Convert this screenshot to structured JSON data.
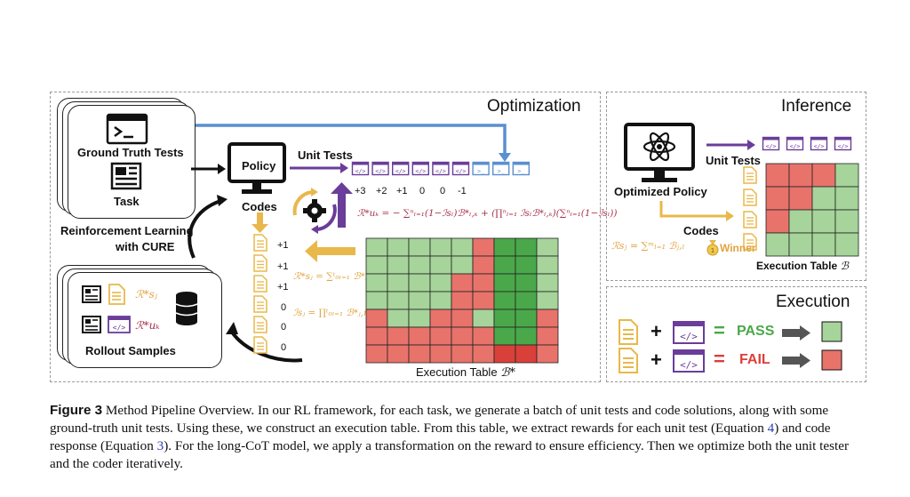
{
  "panels": {
    "optimization": "Optimization",
    "inference": "Inference",
    "execution": "Execution"
  },
  "optimization": {
    "ground_truth_tests": "Ground Truth Tests",
    "task": "Task",
    "policy": "Policy",
    "unit_tests": "Unit Tests",
    "codes": "Codes",
    "rl_line1": "Reinforcement Learning",
    "rl_line2": "with CURE",
    "rollout_samples": "Rollout Samples",
    "unit_rewards": [
      "+3",
      "+2",
      "+1",
      "0",
      "0",
      "-1"
    ],
    "code_rewards": [
      "+1",
      "+1",
      "+1",
      "0",
      "0",
      "0"
    ],
    "table_label": "Execution Table",
    "table_symbol": "ℬ*",
    "formula_unit": "ℛ*uₖ = − ∑ⁿₗ₌₁(1−ℐsₗ)ℬ*ₗ,ₖ + (∏ⁿₗ₌₁ ℐsₗℬ*ₗ,ₖ)(∑ⁿₗ₌₁(1−ℐsₗ))",
    "formula_code_r": "ℛ*sⱼ = ∑ᵗ₀ₗ₌₁ ℬ*ⱼ,m+l",
    "formula_code_i": "ℐsⱼ = ∏ᵗ₀ₗ₌₁ ℬ*ⱼ,m+l",
    "rollout_r_code": "ℛ*sⱼ",
    "rollout_r_unit": "ℛ*uₖ",
    "unit_test_icons": [
      "code",
      "code",
      "code",
      "code",
      "code",
      "code",
      "terminal",
      "terminal",
      "terminal"
    ],
    "table": [
      [
        1,
        1,
        1,
        1,
        1,
        0,
        1,
        1,
        1
      ],
      [
        1,
        1,
        1,
        1,
        1,
        0,
        1,
        1,
        1
      ],
      [
        1,
        1,
        1,
        1,
        0,
        0,
        1,
        1,
        1
      ],
      [
        1,
        1,
        1,
        1,
        0,
        0,
        1,
        1,
        1
      ],
      [
        0,
        1,
        1,
        0,
        0,
        1,
        1,
        1,
        0
      ],
      [
        0,
        0,
        0,
        0,
        0,
        0,
        1,
        1,
        0
      ],
      [
        0,
        0,
        0,
        0,
        0,
        0,
        0,
        0,
        0
      ]
    ]
  },
  "inference": {
    "unit_tests": "Unit Tests",
    "optimized_policy": "Optimized Policy",
    "codes": "Codes",
    "formula": "ℛsⱼ = ∑ᵐₗ₌₁ ℬⱼ,ₗ",
    "winner": "Winner",
    "table_label": "Execution Table",
    "table_symbol": "ℬ",
    "table": [
      [
        0,
        0,
        0,
        1
      ],
      [
        0,
        0,
        1,
        1
      ],
      [
        0,
        1,
        1,
        1
      ],
      [
        1,
        1,
        1,
        1
      ]
    ]
  },
  "execution": {
    "pass": "PASS",
    "fail": "FAIL",
    "plus": "+",
    "eq": "="
  },
  "caption": {
    "fig": "Figure 3",
    "text1": "Method Pipeline Overview. In our RL framework, for each task, we generate a batch of unit tests and code solutions, along with some ground-truth unit tests. Using these, we construct an execution table. From this table, we extract rewards for each unit test (Equation ",
    "ref1": "4",
    "text2": ") and code response (Equation ",
    "ref2": "3",
    "text3": "). For the long-CoT model, we apply a transformation on the reward to ensure efficiency. Then we optimize both the unit tester and the coder iteratively."
  },
  "colors": {
    "pass_green": "#a6d49a",
    "dark_green": "#4aa84a",
    "fail_red": "#e8736b",
    "dark_red": "#d9403a",
    "purple": "#6a3d9a",
    "yellow": "#e8b84a",
    "blue": "#5b8fd0"
  }
}
